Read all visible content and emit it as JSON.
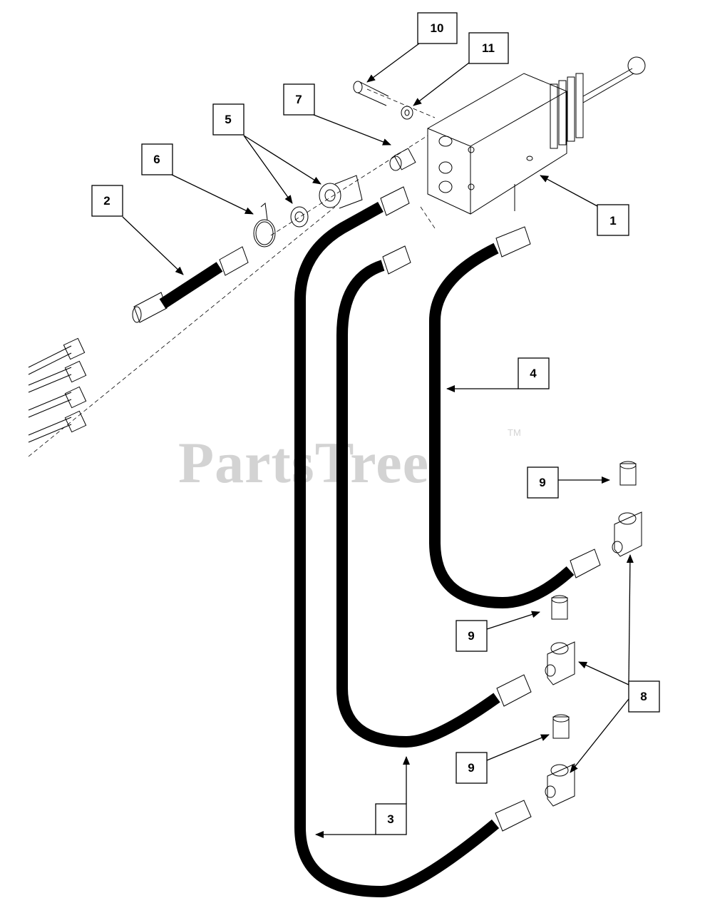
{
  "watermark": {
    "text": "PartsTree",
    "trademark": "TM"
  },
  "callouts": [
    {
      "id": "callout-1",
      "label": "1"
    },
    {
      "id": "callout-2",
      "label": "2"
    },
    {
      "id": "callout-3",
      "label": "3"
    },
    {
      "id": "callout-4",
      "label": "4"
    },
    {
      "id": "callout-5",
      "label": "5"
    },
    {
      "id": "callout-6",
      "label": "6"
    },
    {
      "id": "callout-7",
      "label": "7"
    },
    {
      "id": "callout-8",
      "label": "8"
    },
    {
      "id": "callout-9a",
      "label": "9"
    },
    {
      "id": "callout-9b",
      "label": "9"
    },
    {
      "id": "callout-9c",
      "label": "9"
    },
    {
      "id": "callout-10",
      "label": "10"
    },
    {
      "id": "callout-11",
      "label": "11"
    }
  ]
}
